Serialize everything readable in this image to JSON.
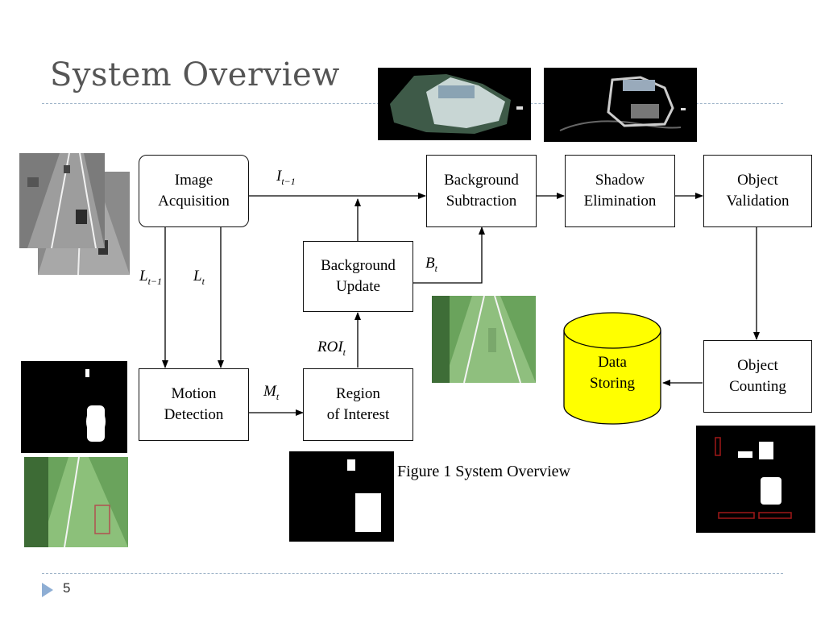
{
  "slide": {
    "title": "System Overview",
    "page_number": "5"
  },
  "diagram": {
    "boxes": {
      "image_acquisition": "Image\nAcquisition",
      "background_subtraction": "Background\nSubtraction",
      "shadow_elimination": "Shadow\nElimination",
      "object_validation": "Object\nValidation",
      "background_update": "Background\nUpdate",
      "motion_detection": "Motion\nDetection",
      "region_of_interest": "Region\nof Interest",
      "object_counting": "Object\nCounting",
      "data_storing": "Data\nStoring"
    },
    "labels": {
      "i_prev": {
        "main": "I",
        "sub": "t−1"
      },
      "l_prev": {
        "main": "L",
        "sub": "t−1"
      },
      "l_t": {
        "main": "L",
        "sub": "t"
      },
      "b_t": {
        "main": "B",
        "sub": "t"
      },
      "roi_t": {
        "main": "ROI",
        "sub": "t"
      },
      "m_t": {
        "main": "M",
        "sub": "t"
      }
    },
    "caption": "Figure 1 System Overview"
  },
  "colors": {
    "title": "#555555",
    "divider": "#9fb5c9",
    "data_store_fill": "#ffff00",
    "bullet": "#8eaed4",
    "road_green": "#6aa35c"
  }
}
